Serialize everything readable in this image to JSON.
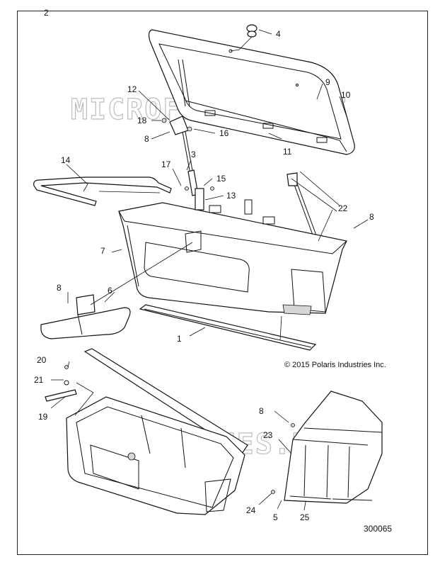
{
  "sheet_label": "2",
  "watermark": "MICROFICHES.NET",
  "copyright": "© 2015 Polaris Industries Inc.",
  "drawing_number": "300065",
  "callouts": {
    "c1": "1",
    "c3": "3",
    "c4": "4",
    "c5": "5",
    "c6": "6",
    "c7": "7",
    "c8a": "8",
    "c8b": "8",
    "c8c": "8",
    "c8d": "8",
    "c9": "9",
    "c10": "10",
    "c11": "11",
    "c12": "12",
    "c13": "13",
    "c14": "14",
    "c15": "15",
    "c16": "16",
    "c17": "17",
    "c18": "18",
    "c19": "19",
    "c20": "20",
    "c21": "21",
    "c22": "22",
    "c23": "23",
    "c24": "24",
    "c25": "25"
  },
  "colors": {
    "line": "#111111",
    "watermark": "#bdbdbd",
    "shade": "#d6d6d6"
  }
}
